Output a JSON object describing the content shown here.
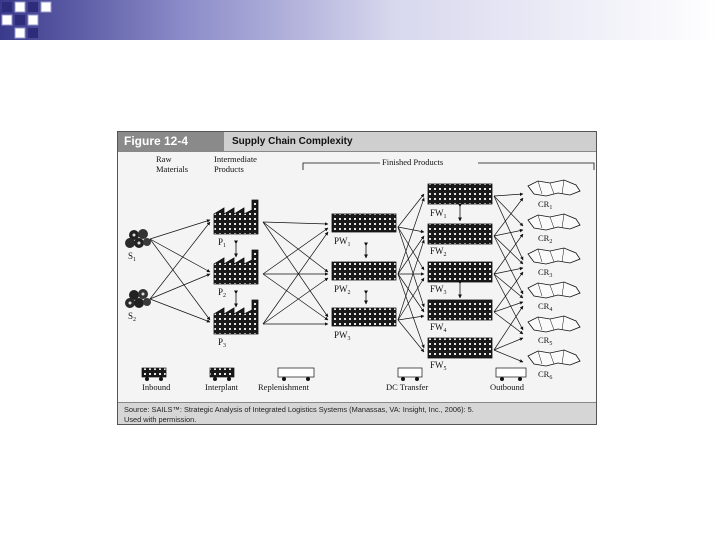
{
  "figure": {
    "label": "Figure 12-4",
    "title": "Supply Chain Complexity",
    "source_line1": "Source: SAILS™: Strategic Analysis of Integrated Logistics Systems (Manassas, VA: Insight, Inc., 2006): 5.",
    "source_line2": "Used with permission."
  },
  "diagram": {
    "headers": {
      "raw_line1": "Raw",
      "raw_line2": "Materials",
      "intermediate_line1": "Intermediate",
      "intermediate_line2": "Products",
      "finished": "Finished  Products"
    },
    "suppliers": [
      {
        "base": "S",
        "sub": "1"
      },
      {
        "base": "S",
        "sub": "2"
      }
    ],
    "plants": [
      {
        "base": "P",
        "sub": "1"
      },
      {
        "base": "P",
        "sub": "2"
      },
      {
        "base": "P",
        "sub": "3"
      }
    ],
    "factory_warehouses": [
      {
        "base": "PW",
        "sub": "1"
      },
      {
        "base": "PW",
        "sub": "2"
      },
      {
        "base": "PW",
        "sub": "3"
      }
    ],
    "field_warehouses": [
      {
        "base": "FW",
        "sub": "1"
      },
      {
        "base": "FW",
        "sub": "2"
      },
      {
        "base": "FW",
        "sub": "3"
      },
      {
        "base": "FW",
        "sub": "4"
      },
      {
        "base": "FW",
        "sub": "5"
      }
    ],
    "customer_regions": [
      {
        "base": "CR",
        "sub": "1"
      },
      {
        "base": "CR",
        "sub": "2"
      },
      {
        "base": "CR",
        "sub": "3"
      },
      {
        "base": "CR",
        "sub": "4"
      },
      {
        "base": "CR",
        "sub": "5"
      },
      {
        "base": "CR",
        "sub": "6"
      }
    ],
    "legend": {
      "inbound": "Inbound",
      "interplant": "Interplant",
      "replenishment": "Replenishment",
      "dc_transfer": "DC Transfer",
      "outbound": "Outbound"
    }
  }
}
